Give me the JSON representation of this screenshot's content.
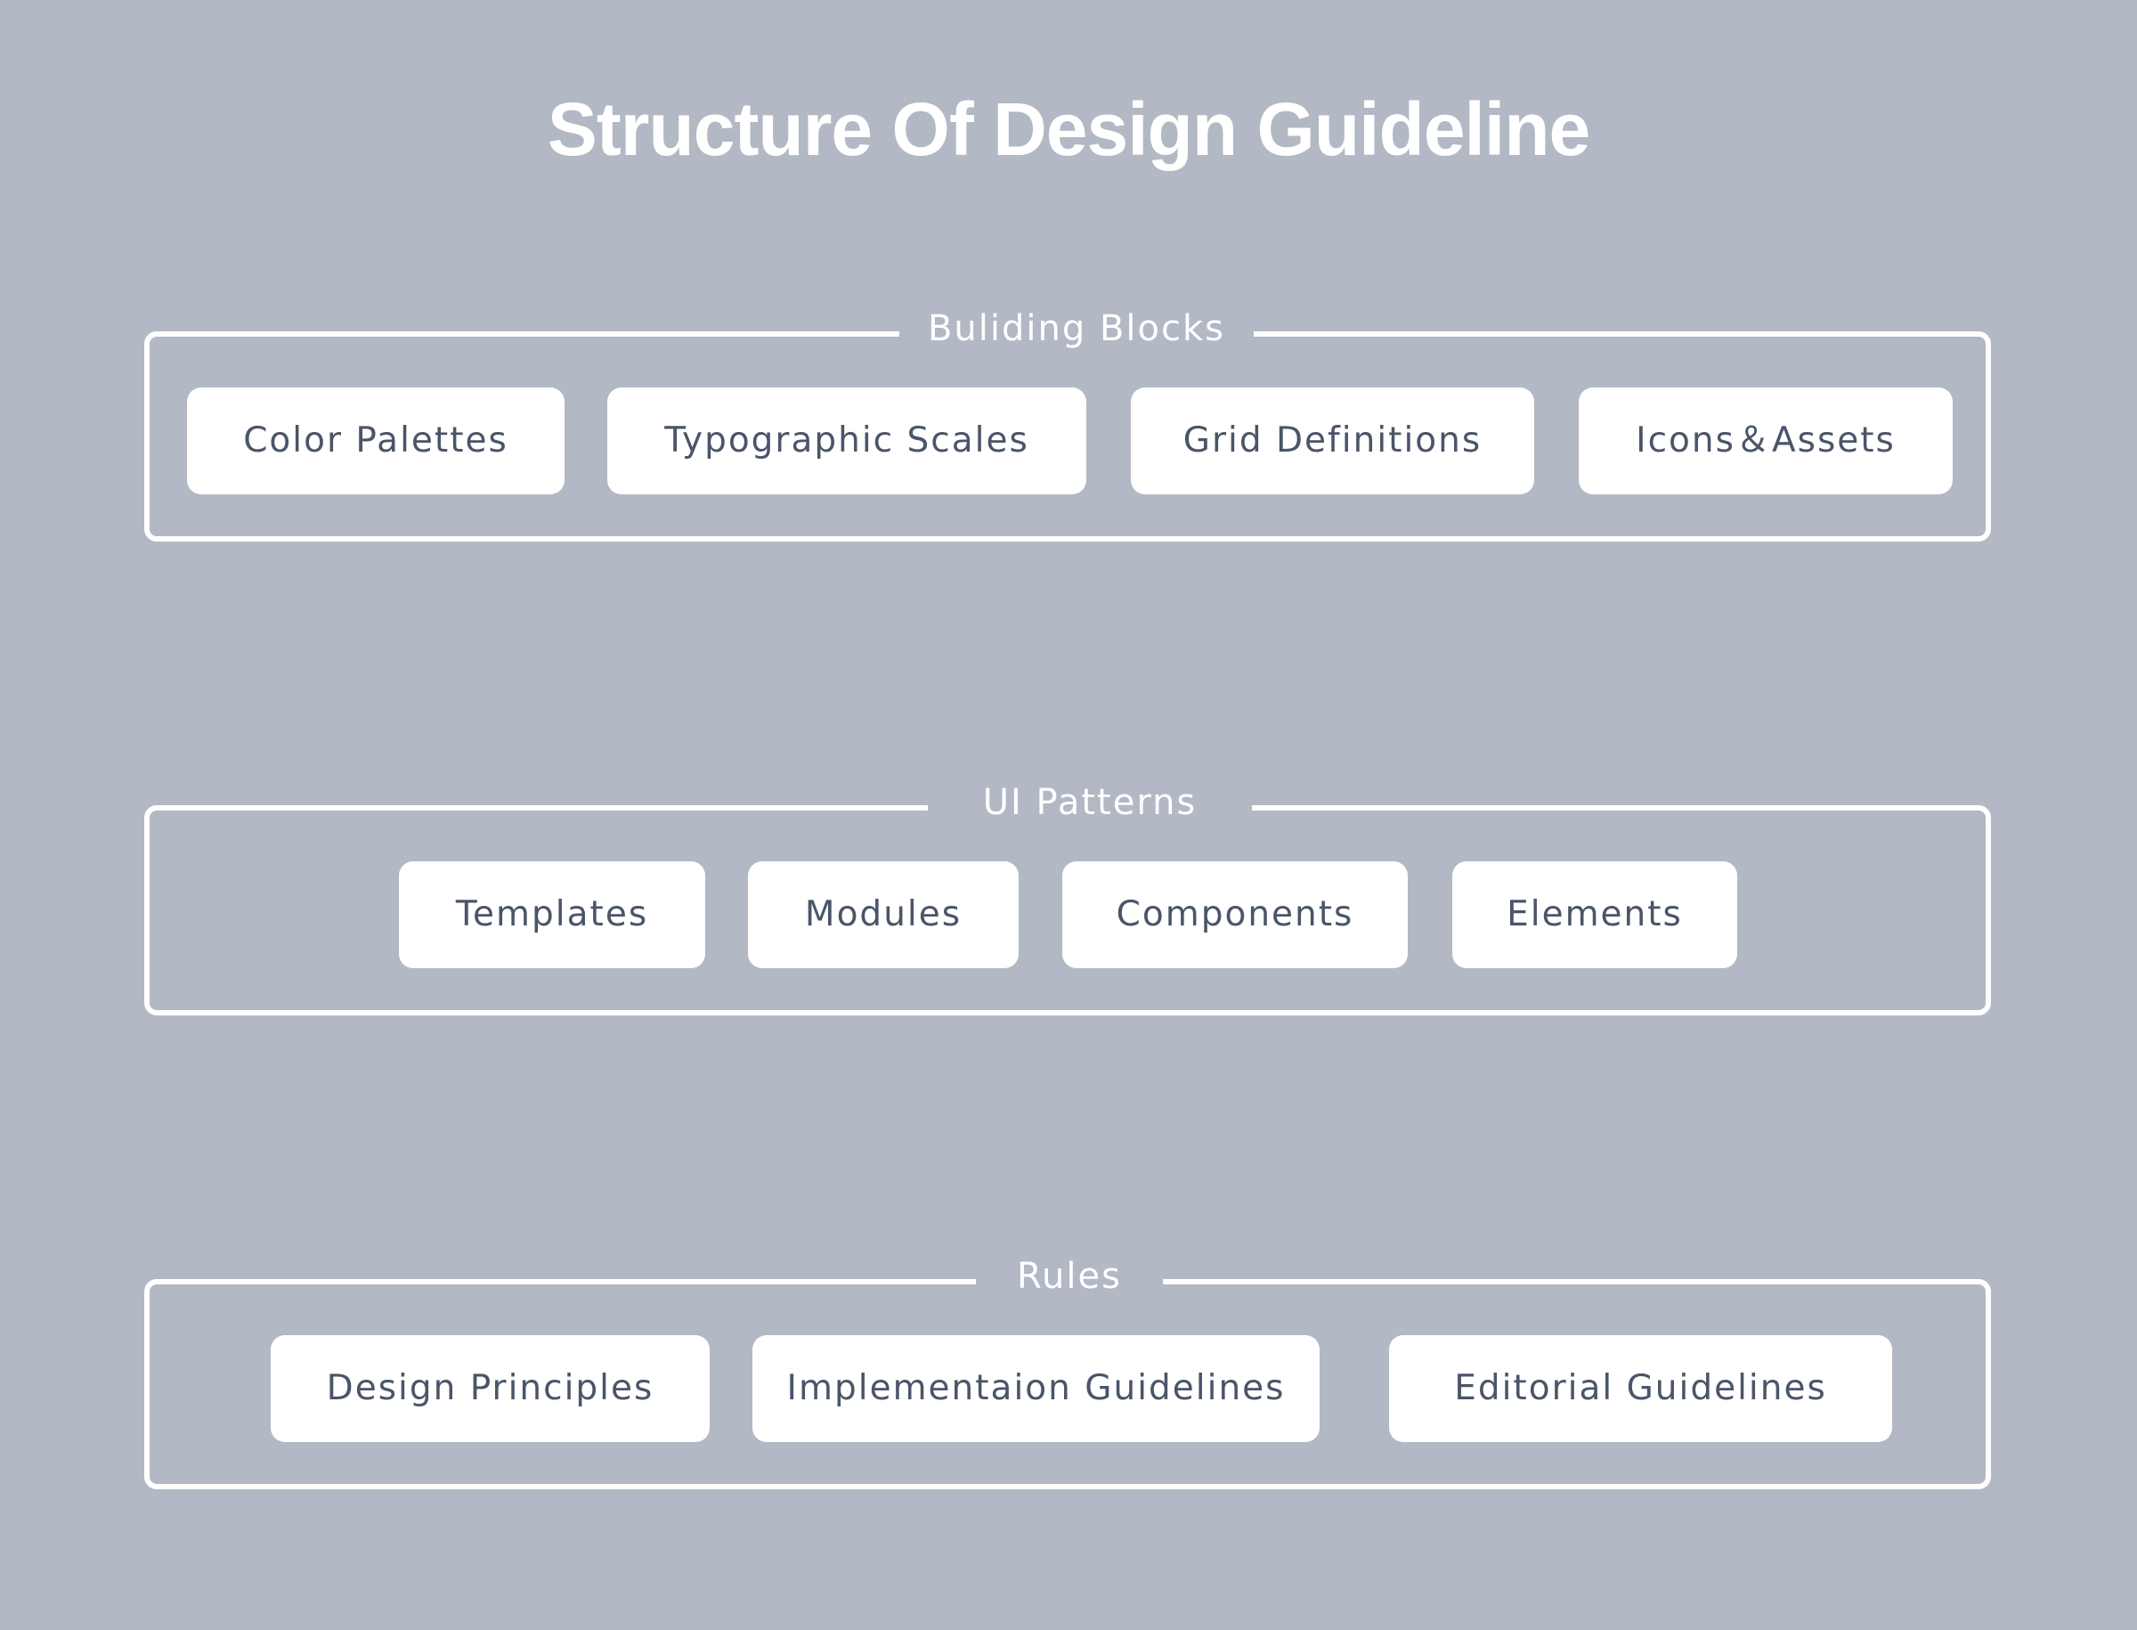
{
  "title": "Structure Of Design Guideline",
  "colors": {
    "background": "#b2b8c4",
    "outline": "#ffffff",
    "chip_background": "#ffffff",
    "chip_text": "#4a5569"
  },
  "groups": [
    {
      "label": "Buliding Blocks",
      "items": [
        {
          "label": "Color Palettes"
        },
        {
          "label": "Typographic Scales"
        },
        {
          "label": "Grid Definitions"
        },
        {
          "label": "Icons＆Assets"
        }
      ]
    },
    {
      "label": "UI Patterns",
      "items": [
        {
          "label": "Templates"
        },
        {
          "label": "Modules"
        },
        {
          "label": "Components"
        },
        {
          "label": "Elements"
        }
      ]
    },
    {
      "label": "Rules",
      "items": [
        {
          "label": "Design Principles"
        },
        {
          "label": "Implementaion Guidelines"
        },
        {
          "label": "Editorial Guidelines"
        }
      ]
    }
  ]
}
